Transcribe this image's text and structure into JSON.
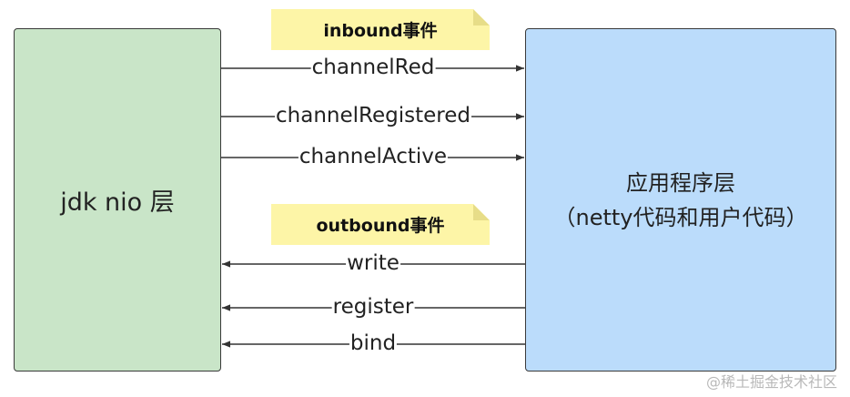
{
  "left_box": {
    "text": "jdk nio 层"
  },
  "right_box": {
    "line1": "应用程序层",
    "line2": "（netty代码和用户代码）"
  },
  "inbound": {
    "title": "inbound事件",
    "events": [
      "channelRed",
      "channelRegistered",
      "channelActive"
    ]
  },
  "outbound": {
    "title": "outbound事件",
    "events": [
      "write",
      "register",
      "bind"
    ]
  },
  "watermark": "@稀土掘金技术社区",
  "colors": {
    "left_box": "#c9e5c8",
    "right_box": "#bbdcfb",
    "note": "#fdf5a7",
    "arrow": "#333333"
  }
}
